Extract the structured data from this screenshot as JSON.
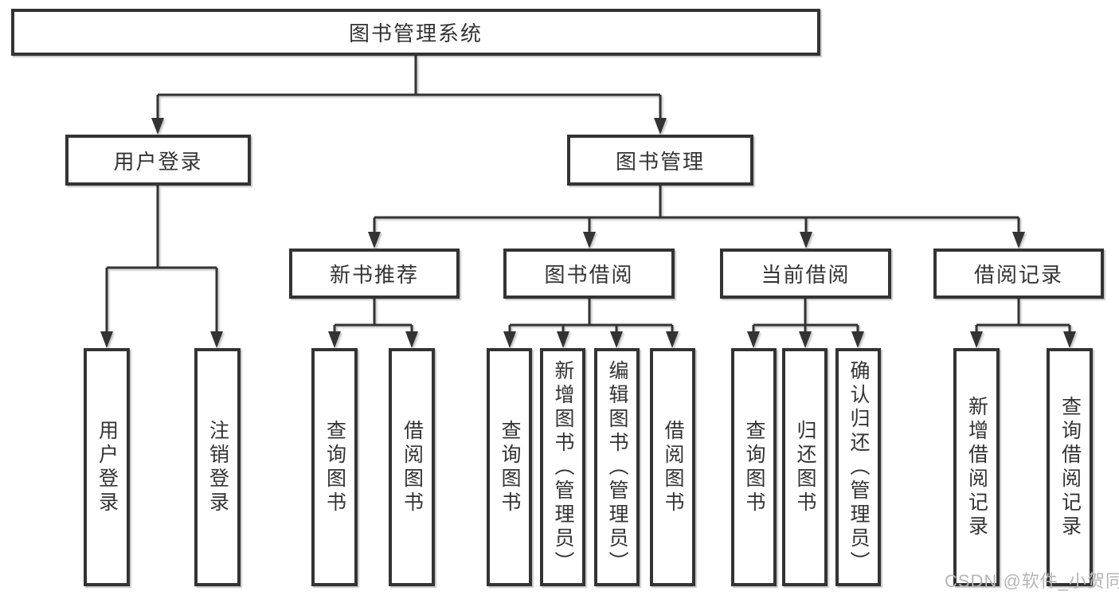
{
  "diagram": {
    "root": {
      "label": "图书管理系统"
    },
    "level2": {
      "user_login": {
        "label": "用户登录"
      },
      "book_management": {
        "label": "图书管理"
      }
    },
    "level3": {
      "new_book_recommend": {
        "label": "新书推荐"
      },
      "book_borrow": {
        "label": "图书借阅"
      },
      "current_borrow": {
        "label": "当前借阅"
      },
      "borrow_records": {
        "label": "借阅记录"
      }
    },
    "leaves": {
      "user_login": {
        "label": "用户登录"
      },
      "logout_login": {
        "label": "注销登录"
      },
      "rec_query_books": {
        "label": "查询图书"
      },
      "rec_borrow_books": {
        "label": "借阅图书"
      },
      "borrow_query_books": {
        "label": "查询图书"
      },
      "borrow_add_books_admin": {
        "label": "新增图书（管理员）"
      },
      "borrow_edit_books_admin": {
        "label": "编辑图书（管理员）"
      },
      "borrow_borrow_books": {
        "label": "借阅图书"
      },
      "current_query_books": {
        "label": "查询图书"
      },
      "current_return_books": {
        "label": "归还图书"
      },
      "current_confirm_return_admin": {
        "label": "确认归还（管理员）"
      },
      "records_add_record": {
        "label": "新增借阅记录"
      },
      "records_query_record": {
        "label": "查询借阅记录"
      }
    },
    "watermark": "CSDN @软件_小贺同学",
    "colors": {
      "line": "#333333",
      "text": "#333333",
      "background": "#ffffff",
      "watermark": "#b5b5b5"
    }
  }
}
